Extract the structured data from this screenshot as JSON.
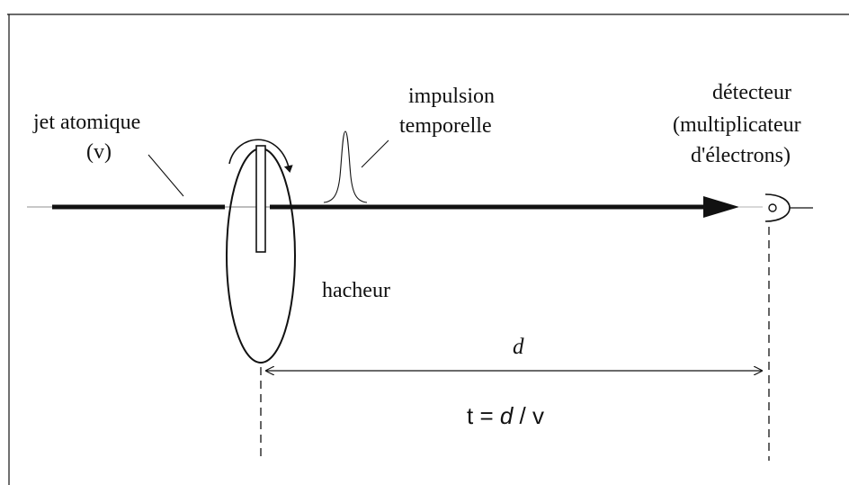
{
  "labels": {
    "jet": "jet atomique",
    "velocity": "(v)",
    "pulse_line1": "impulsion",
    "pulse_line2": "temporelle",
    "detector_line1": "détecteur",
    "detector_line2": "(multiplicateur",
    "detector_line3": "d'électrons)",
    "chopper": "hacheur",
    "distance": "d",
    "formula_t": "t = ",
    "formula_d": "d",
    "formula_rest": " / v"
  },
  "colors": {
    "ink": "#111111",
    "faint": "#9a9a9a",
    "background": "#ffffff"
  }
}
